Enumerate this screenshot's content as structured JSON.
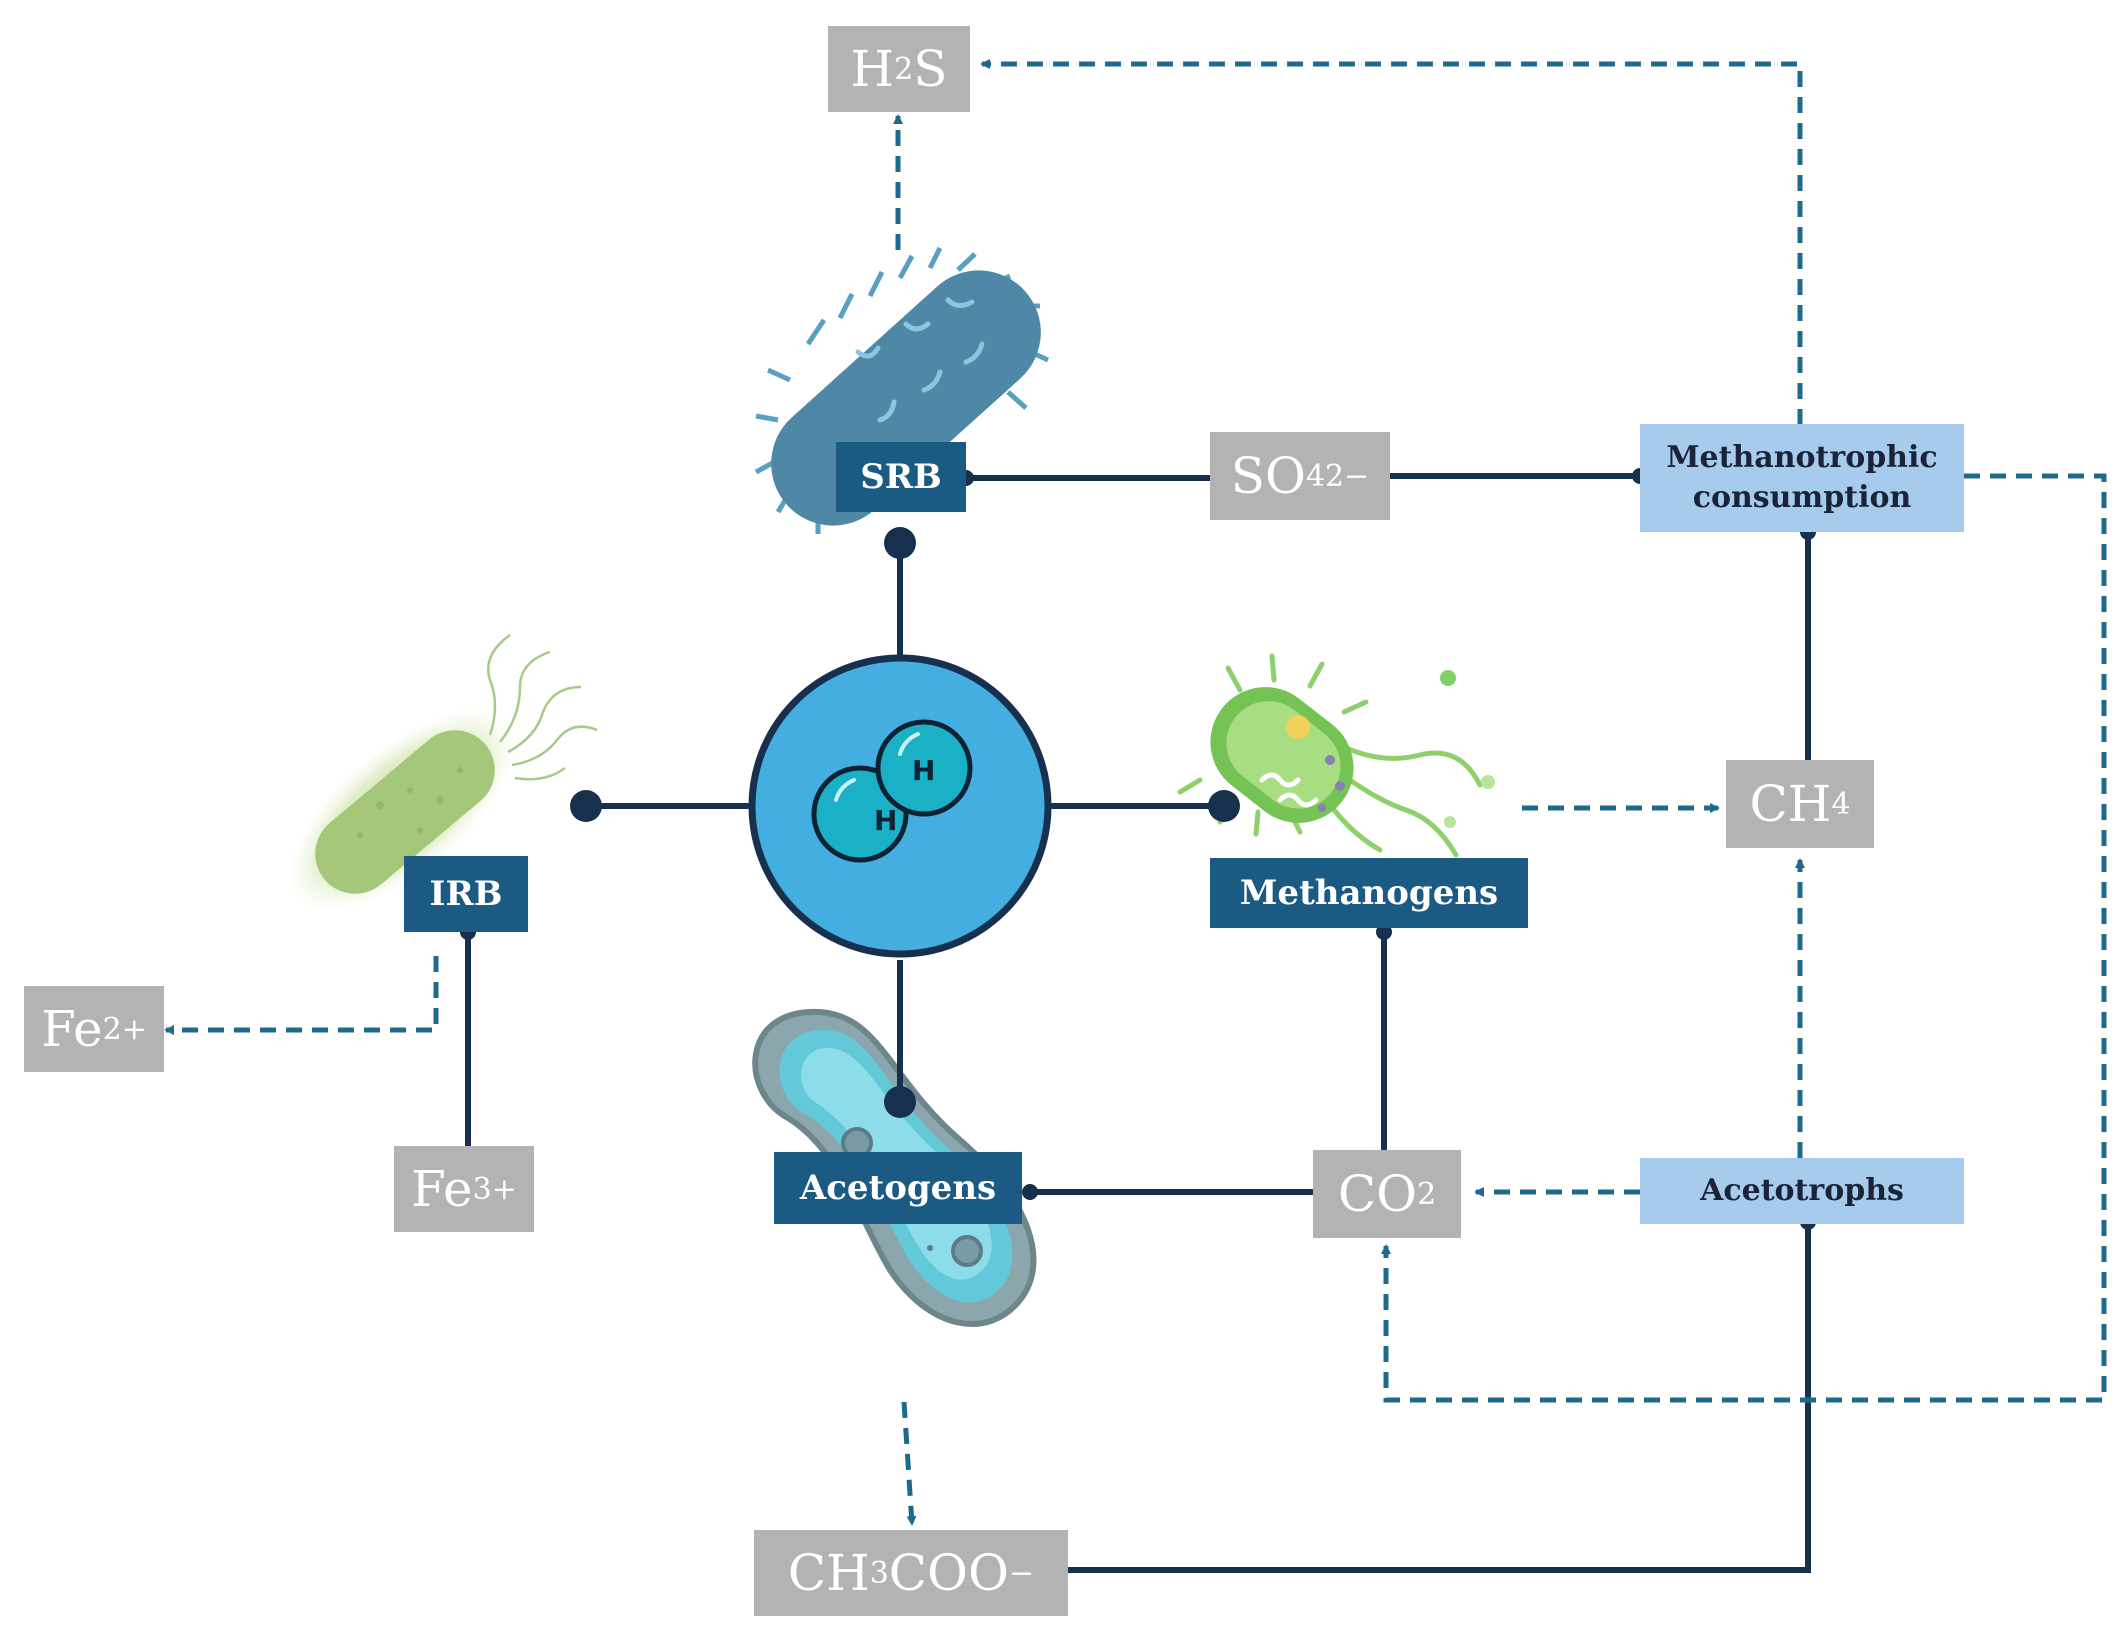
{
  "hydrogen": {
    "atom_a": "H",
    "atom_b": "H"
  },
  "organisms": {
    "srb": "SRB",
    "irb": "IRB",
    "methanogens": "Methanogens",
    "acetogens": "Acetogens"
  },
  "processes": {
    "methanotrophic_line1": "Methanotrophic",
    "methanotrophic_line2": "consumption",
    "acetotrophs": "Acetotrophs"
  },
  "compounds": {
    "h2s": {
      "a": "H",
      "sub": "2",
      "b": "S"
    },
    "so4": {
      "a": "SO",
      "sub": "4",
      "sup": "2−"
    },
    "ch4": {
      "a": "CH",
      "sub": "4"
    },
    "co2": {
      "a": "CO",
      "sub": "2"
    },
    "fe2": {
      "a": "Fe",
      "sup": "2+"
    },
    "fe3": {
      "a": "Fe",
      "sup": "3+"
    },
    "acetate": {
      "a": "CH",
      "sub": "3",
      "b": "COO",
      "sup": "−"
    }
  },
  "colors": {
    "dark_label": "#1b5a82",
    "light_label": "#a6cbec",
    "compound_box": "#b3b3b3",
    "solid_line": "#17304d",
    "dashed_arrow": "#1d6a8c",
    "hydrogen_circle": "#45aee0"
  },
  "icons": [
    "srb-bacterium-icon",
    "irb-bacterium-icon",
    "methanogen-icon",
    "acetogen-icon",
    "hydrogen-molecule-icon"
  ]
}
